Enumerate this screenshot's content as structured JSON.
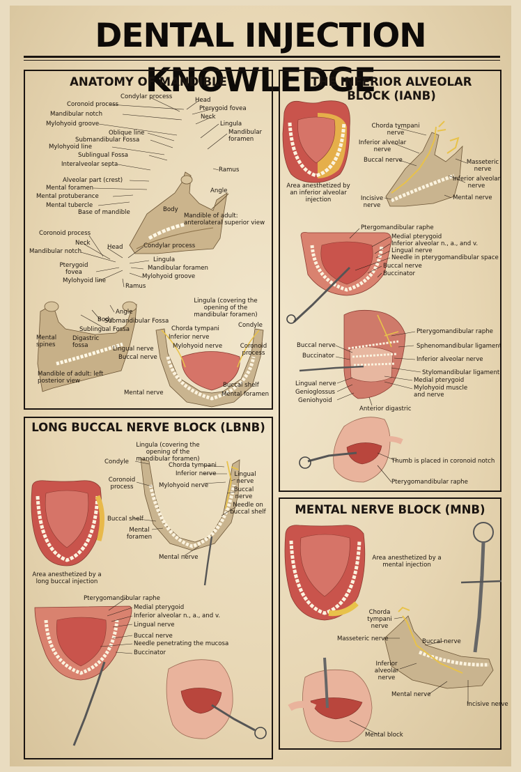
{
  "title": "DENTAL INJECTION KNOWLEDGE",
  "anatomy": {
    "heading": "ANATOMY OF MANDIBLE",
    "fig1": {
      "condylar_process": "Condylar process",
      "coronoid_process": "Coronoid process",
      "mandibular_notch": "Mandibular notch",
      "mylohyoid_groove": "Mylohyoid groove",
      "oblique_line": "Oblique line",
      "submandibular_fossa": "Submandibular Fossa",
      "mylohyoid_line": "Mylohyoid line",
      "sublingual_fossa": "Sublingual Fossa",
      "interalveolar_septa": "Interalveolar septa",
      "alveolar_part": "Alveolar part (crest)",
      "mental_foramen": "Mental foramen",
      "mental_protuberance": "Mental protuberance",
      "mental_tubercle": "Mental tubercle",
      "base_of_mandible": "Base of mandible",
      "body": "Body",
      "head": "Head",
      "pterygoid_fovea": "Pterygoid fovea",
      "neck": "Neck",
      "lingula": "Lingula",
      "mandibular_foramen": "Mandibular foramen",
      "ramus": "Ramus",
      "angle": "Angle",
      "caption": "Mandible of adult: anterolateral superior view"
    },
    "fig2": {
      "coronoid_process": "Coronoid process",
      "neck": "Neck",
      "mandibular_notch": "Mandibular notch",
      "head": "Head",
      "condylar_process": "Condylar process",
      "pterygoid_fovea": "Pterygoid fovea",
      "mylohyoid_line": "Mylohyoid line",
      "lingula": "Lingula",
      "mandibular_foramen": "Mandibular foramen",
      "mylohyoid_groove": "Mylohyoid groove",
      "ramus": "Ramus",
      "angle": "Angle",
      "body": "Body",
      "submandibular_fossa": "Submandibular Fossa",
      "sublingual_fossa": "Sublingual Fossa",
      "mental_spines": "Mental spines",
      "digastric_fossa": "Digastric fossa",
      "caption": "Mandible of adult: left posterior view"
    },
    "fig3": {
      "lingula": "Lingula (covering the opening of the mandibular foramen)",
      "condyle": "Condyle",
      "chorda_tympani": "Chorda tympani",
      "inferior_nerve": "Inferior nerve",
      "lingual_nerve": "Lingual nerve",
      "mylohyoid_nerve": "Mylohyoid nerve",
      "coronoid_process": "Coronoid process",
      "buccal_nerve": "Buccal nerve",
      "buccal_shelf": "Buccal shelf",
      "mental_nerve_l": "Mental nerve",
      "mental_foramen": "Mental foramen"
    }
  },
  "ianb": {
    "heading": "THE INFERIOR ALVEOLAR BLOCK (IANB)",
    "fig1": {
      "chorda_tympani": "Chorda tympani nerve",
      "inferior_alveolar": "Inferior alveolar nerve",
      "buccal_nerve": "Buccal nerve",
      "masseteric_nerve": "Masseteric nerve",
      "inferior_alveolar_nerve": "Inferior alveolar nerve",
      "incisive_nerve": "Incisive nerve",
      "mental_nerve": "Mental nerve",
      "area": "Area anesthetized by an inferior alveolar injection"
    },
    "fig2": {
      "raphe": "Ptergomandibular raphe",
      "medial_pterygoid": "Medial pterygoid",
      "inferior_alveolar": "Inferior alveolar n., a., and v.",
      "lingual_nerve": "Lingual nerve",
      "needle": "Needle in pterygomandibular space",
      "buccal_nerve": "Buccal nerve",
      "buccinator": "Buccinator"
    },
    "fig3": {
      "raphe": "Pterygomandibular raphe",
      "spheno": "Sphenomandibular ligament",
      "buccal_nerve": "Buccal nerve",
      "inferior_alveolar": "Inferior alveolar nerve",
      "buccinator": "Buccinator",
      "stylo": "Stylomandibular ligament",
      "medial_pterygoid": "Medial pterygoid",
      "lingual_nerve": "Lingual nerve",
      "mylohyoid": "Mylohyoid muscle and nerve",
      "genioglossus": "Genioglossus",
      "geniohyoid": "Geniohyoid",
      "anterior_digastric": "Anterior digastric"
    },
    "fig4": {
      "thumb": "Thumb is placed in coronoid notch",
      "raphe": "Pterygomandibular raphe"
    }
  },
  "lbnb": {
    "heading": "LONG BUCCAL NERVE BLOCK (LBNB)",
    "fig1": {
      "lingula": "Lingula (covering the opening of the mandibular foramen)",
      "condyle": "Condyle",
      "chorda_tympani": "Chorda tympani",
      "inferior_nerve": "Inferior nerve",
      "coronoid_process": "Coronoid process",
      "mylohyoid_nerve": "Mylohyoid nerve",
      "lingual_nerve": "Lingual nerve",
      "buccal_nerve": "Buccal nerve",
      "needle": "Needle on buccal shelf",
      "buccal_shelf": "Buccal shelf",
      "mental_foramen": "Mental foramen",
      "mental_nerve": "Mental nerve",
      "area": "Area anesthetized by a long buccal injection"
    },
    "fig2": {
      "raphe": "Pterygomandibular raphe",
      "medial_pterygoid": "Medial pterygoid",
      "inferior_alveolar": "Inferior alveolar n., a., and v.",
      "lingual_nerve": "Lingual nerve",
      "buccal_nerve": "Buccal nerve",
      "needle": "Needle penetrating the mucosa",
      "buccinator": "Buccinator"
    }
  },
  "mnb": {
    "heading": "MENTAL NERVE BLOCK (MNB)",
    "area": "Area anesthetized by a mental injection",
    "chorda_tympani": "Chorda tympani nerve",
    "masseteric_nerve": "Masseteric nerve",
    "buccal_nerve": "Buccal nerve",
    "inferior_alveolar": "Inferior alveolar nerve",
    "mental_nerve": "Mental nerve",
    "incisive_nerve": "Incisive nerve",
    "mental_block": "Mental block"
  },
  "colors": {
    "bone": "#c9b48f",
    "bone_dark": "#8a7048",
    "tongue": "#d67468",
    "gum": "#c9544c",
    "nerve": "#e8c24a",
    "ink": "#1a1410"
  }
}
